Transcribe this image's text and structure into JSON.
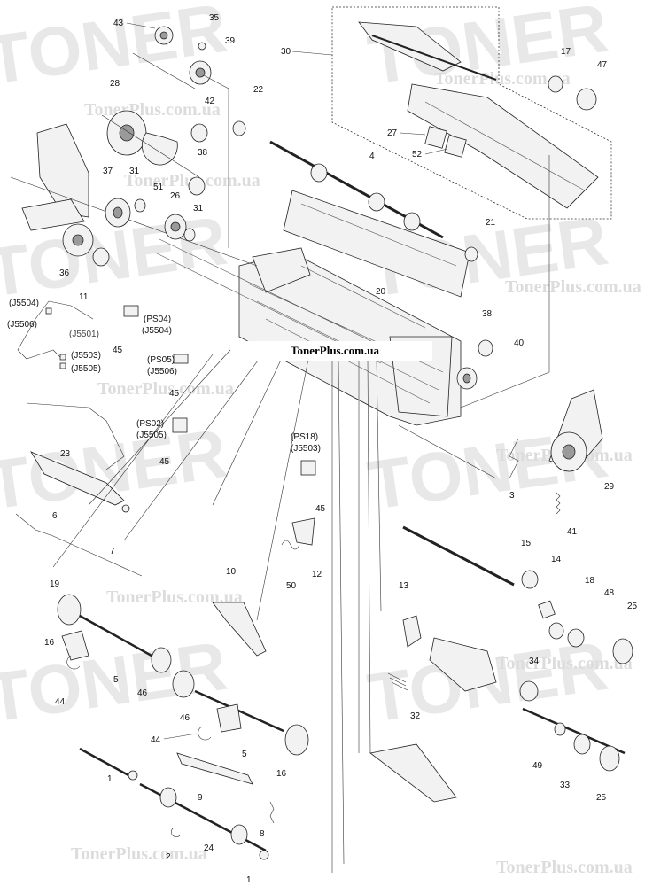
{
  "site_label": "TonerPlus.com.ua",
  "watermark": {
    "brand_word": "TONER",
    "site_url": "TonerPlus.com.ua"
  },
  "callouts": [
    {
      "id": "c43",
      "text": "43"
    },
    {
      "id": "c35",
      "text": "35"
    },
    {
      "id": "c39",
      "text": "39"
    },
    {
      "id": "c30",
      "text": "30"
    },
    {
      "id": "c17",
      "text": "17"
    },
    {
      "id": "c47",
      "text": "47"
    },
    {
      "id": "c28",
      "text": "28"
    },
    {
      "id": "c42",
      "text": "42"
    },
    {
      "id": "c22",
      "text": "22"
    },
    {
      "id": "c27",
      "text": "27"
    },
    {
      "id": "c52",
      "text": "52"
    },
    {
      "id": "c4",
      "text": "4"
    },
    {
      "id": "c38a",
      "text": "38"
    },
    {
      "id": "c37",
      "text": "37"
    },
    {
      "id": "c31a",
      "text": "31"
    },
    {
      "id": "c51",
      "text": "51"
    },
    {
      "id": "c26",
      "text": "26"
    },
    {
      "id": "c31b",
      "text": "31"
    },
    {
      "id": "c21",
      "text": "21"
    },
    {
      "id": "c36",
      "text": "36"
    },
    {
      "id": "c11",
      "text": "11"
    },
    {
      "id": "c20",
      "text": "20"
    },
    {
      "id": "cJ5504",
      "text": "(J5504)"
    },
    {
      "id": "cJ5506a",
      "text": "(J5506)"
    },
    {
      "id": "cJ5501",
      "text": "(J5501)"
    },
    {
      "id": "cJ5503",
      "text": "(J5503)"
    },
    {
      "id": "cJ5505",
      "text": "(J5505)"
    },
    {
      "id": "cPS04",
      "text": "(PS04)"
    },
    {
      "id": "cJ5504b",
      "text": "(J5504)"
    },
    {
      "id": "c45a",
      "text": "45"
    },
    {
      "id": "cPS05",
      "text": "(PS05)"
    },
    {
      "id": "cJ5506b",
      "text": "(J5506)"
    },
    {
      "id": "c45b",
      "text": "45"
    },
    {
      "id": "c38b",
      "text": "38"
    },
    {
      "id": "c40",
      "text": "40"
    },
    {
      "id": "cPS02",
      "text": "(PS02)"
    },
    {
      "id": "cJ5505b",
      "text": "(J5505)"
    },
    {
      "id": "c45c",
      "text": "45"
    },
    {
      "id": "c23",
      "text": "23"
    },
    {
      "id": "cPS18",
      "text": "(PS18)"
    },
    {
      "id": "cJ5503b",
      "text": "(J5503)"
    },
    {
      "id": "c45d",
      "text": "45"
    },
    {
      "id": "c3",
      "text": "3"
    },
    {
      "id": "c29",
      "text": "29"
    },
    {
      "id": "c6",
      "text": "6"
    },
    {
      "id": "c7",
      "text": "7"
    },
    {
      "id": "c41",
      "text": "41"
    },
    {
      "id": "c19",
      "text": "19"
    },
    {
      "id": "c12",
      "text": "12"
    },
    {
      "id": "c50",
      "text": "50"
    },
    {
      "id": "c10",
      "text": "10"
    },
    {
      "id": "c15",
      "text": "15"
    },
    {
      "id": "c14",
      "text": "14"
    },
    {
      "id": "c13",
      "text": "13"
    },
    {
      "id": "c18",
      "text": "18"
    },
    {
      "id": "c48",
      "text": "48"
    },
    {
      "id": "c25a",
      "text": "25"
    },
    {
      "id": "c16a",
      "text": "16"
    },
    {
      "id": "c5a",
      "text": "5"
    },
    {
      "id": "c46a",
      "text": "46"
    },
    {
      "id": "c44a",
      "text": "44"
    },
    {
      "id": "c34",
      "text": "34"
    },
    {
      "id": "c32",
      "text": "32"
    },
    {
      "id": "c46b",
      "text": "46"
    },
    {
      "id": "c44b",
      "text": "44"
    },
    {
      "id": "c5b",
      "text": "5"
    },
    {
      "id": "c16b",
      "text": "16"
    },
    {
      "id": "c49",
      "text": "49"
    },
    {
      "id": "c33",
      "text": "33"
    },
    {
      "id": "c25b",
      "text": "25"
    },
    {
      "id": "c1a",
      "text": "1"
    },
    {
      "id": "c9",
      "text": "9"
    },
    {
      "id": "c8",
      "text": "8"
    },
    {
      "id": "c2",
      "text": "2"
    },
    {
      "id": "c24",
      "text": "24"
    },
    {
      "id": "c1b",
      "text": "1"
    }
  ]
}
